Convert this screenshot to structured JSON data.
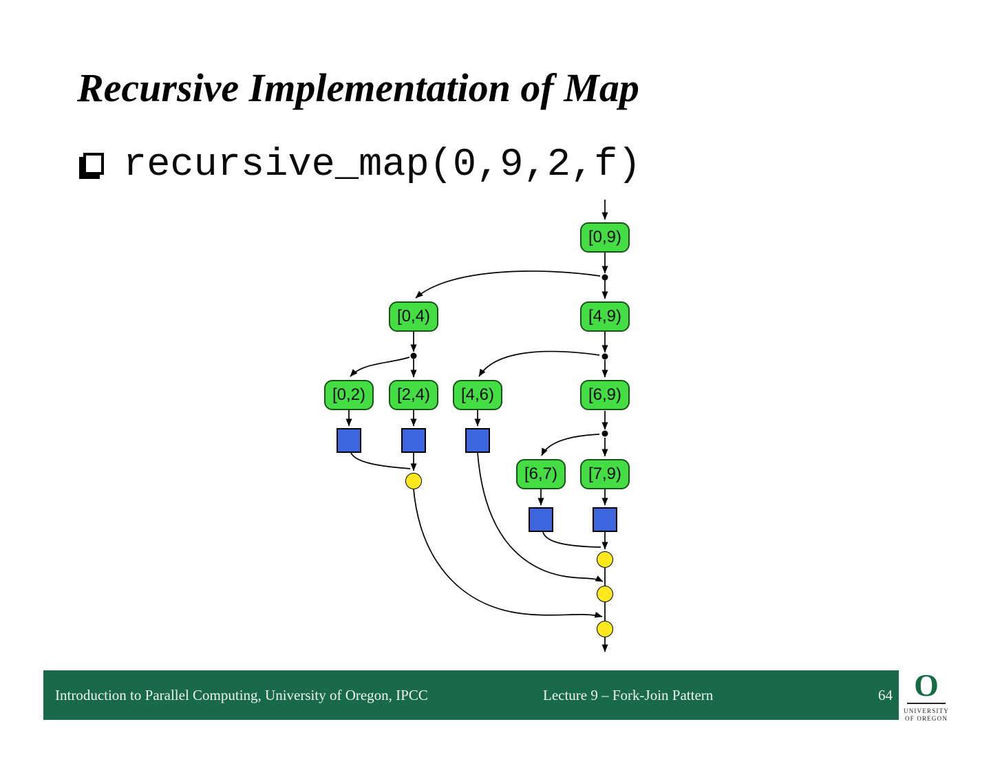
{
  "colors": {
    "node-fill": "#44dd44",
    "node-border": "#155515",
    "task-fill": "#3b66dd",
    "join-fill": "#ffe81e",
    "line": "#000000",
    "footer-bar": "#186a4b",
    "footer-text": "#eef4ef",
    "logo-green": "#156b45"
  },
  "slide": {
    "title": "Recursive Implementation of Map",
    "bullet_code": "recursive_map(0,9,2,f)"
  },
  "diagram": {
    "nodes": [
      {
        "label": "[0,9)"
      },
      {
        "label": "[0,4)"
      },
      {
        "label": "[4,9)"
      },
      {
        "label": "[0,2)"
      },
      {
        "label": "[2,4)"
      },
      {
        "label": "[4,6)"
      },
      {
        "label": "[6,9)"
      },
      {
        "label": "[6,7)"
      },
      {
        "label": "[7,9)"
      }
    ],
    "leaf_task_count": "5",
    "join_count": "4"
  },
  "footer": {
    "left_text": "Introduction to Parallel Computing, University of Oregon, IPCC",
    "center_text": "Lecture 9 – Fork-Join Pattern",
    "page_number": "64",
    "logo": {
      "letter": "O",
      "line1": "UNIVERSITY",
      "line2": "OF OREGON"
    }
  }
}
